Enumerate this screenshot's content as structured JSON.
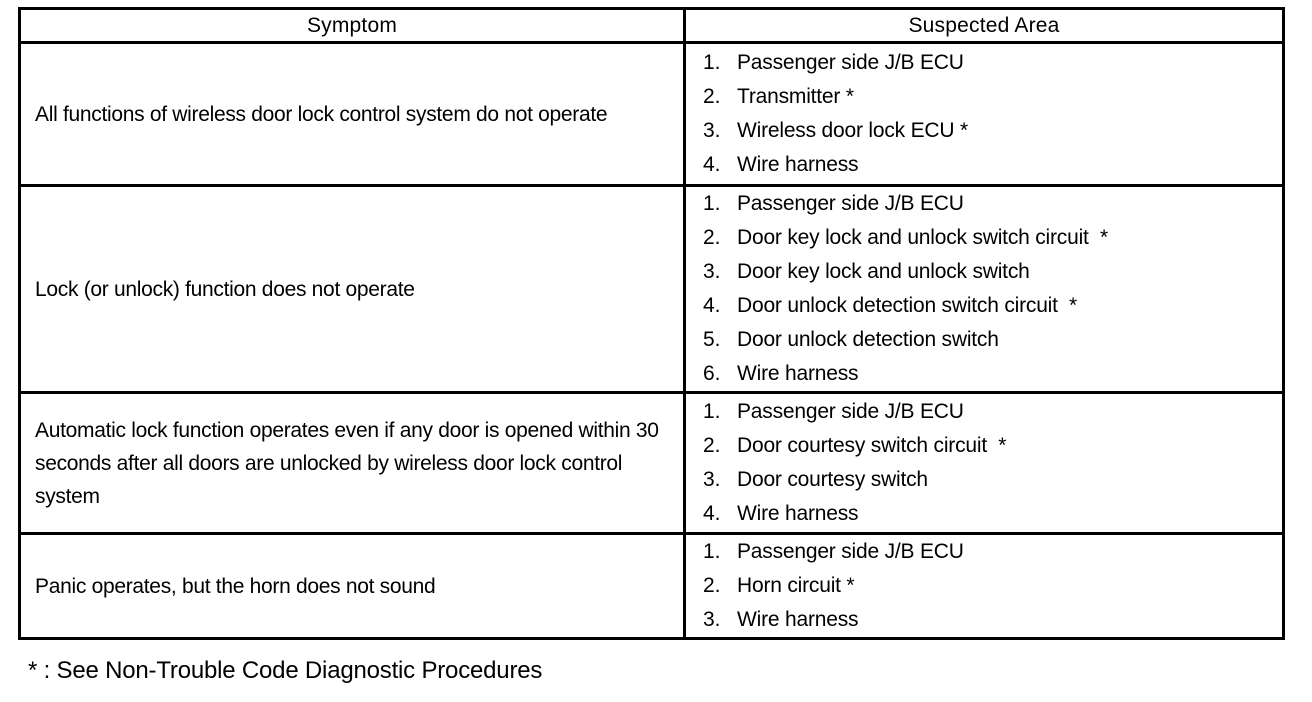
{
  "table": {
    "headers": {
      "symptom": "Symptom",
      "suspected_area": "Suspected Area"
    },
    "rows": [
      {
        "symptom": "All functions of wireless door lock control system do not operate",
        "areas": [
          {
            "n": "1.",
            "t": "Passenger side J/B ECU"
          },
          {
            "n": "2.",
            "t": "Transmitter *"
          },
          {
            "n": "3.",
            "t": "Wireless door lock ECU *"
          },
          {
            "n": "4.",
            "t": "Wire harness"
          }
        ]
      },
      {
        "symptom": "Lock (or unlock) function does not operate",
        "areas": [
          {
            "n": "1.",
            "t": "Passenger side J/B ECU"
          },
          {
            "n": "2.",
            "t": "Door key lock and unlock switch circuit  *"
          },
          {
            "n": "3.",
            "t": "Door key lock and unlock switch"
          },
          {
            "n": "4.",
            "t": "Door unlock detection switch circuit  *"
          },
          {
            "n": "5.",
            "t": "Door unlock detection switch"
          },
          {
            "n": "6.",
            "t": "Wire harness"
          }
        ]
      },
      {
        "symptom": "Automatic lock function operates even if any door is opened within 30 seconds after all doors are unlocked by wireless door lock control system",
        "areas": [
          {
            "n": "1.",
            "t": "Passenger side J/B ECU"
          },
          {
            "n": "2.",
            "t": "Door courtesy switch circuit  *"
          },
          {
            "n": "3.",
            "t": "Door courtesy switch"
          },
          {
            "n": "4.",
            "t": "Wire harness"
          }
        ]
      },
      {
        "symptom": "Panic operates, but the horn does not sound",
        "areas": [
          {
            "n": "1.",
            "t": "Passenger side J/B ECU"
          },
          {
            "n": "2.",
            "t": "Horn circuit *"
          },
          {
            "n": "3.",
            "t": "Wire harness"
          }
        ]
      }
    ]
  },
  "footnote": "* : See Non-Trouble Code Diagnostic Procedures"
}
